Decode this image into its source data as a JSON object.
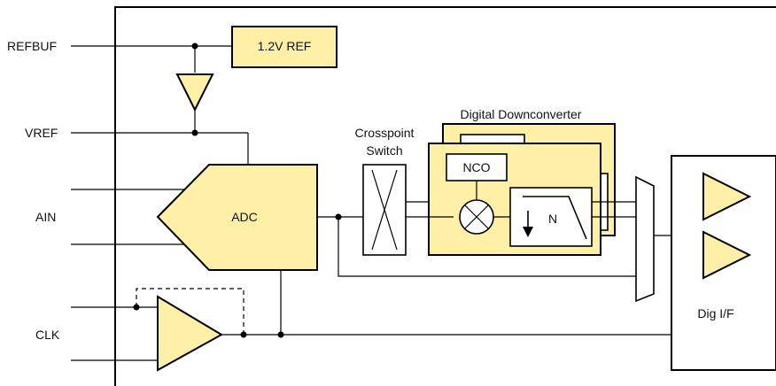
{
  "diagram": {
    "pins": {
      "refbuf": "REFBUF",
      "vref": "VREF",
      "ain": "AIN",
      "clk": "CLK"
    },
    "blocks": {
      "ref": "1.2V REF",
      "adc": "ADC",
      "crosspoint_line1": "Crosspoint",
      "crosspoint_line2": "Switch",
      "ddc_title": "Digital Downconverter",
      "nco": "NCO",
      "decim": "N",
      "dig_if": "Dig I/F"
    },
    "colors": {
      "block_fill": "#FFF0A8",
      "line": "#000000"
    }
  }
}
